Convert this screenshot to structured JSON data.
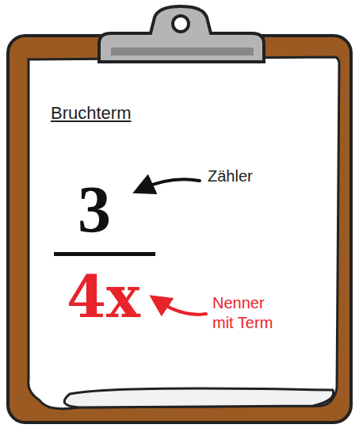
{
  "diagram": {
    "title": "Bruchterm",
    "labels": [
      "3",
      "4x",
      "Zähler",
      "Nenner mit Term"
    ]
  }
}
